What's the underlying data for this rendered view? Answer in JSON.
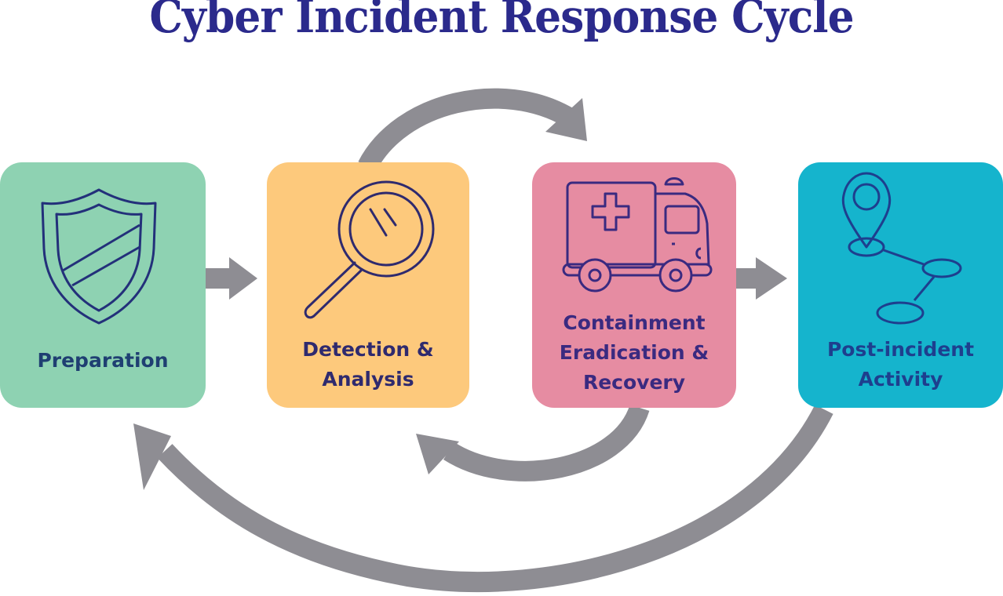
{
  "title": "Cyber Incident Response Cycle",
  "colors": {
    "title": "#2b2a8c",
    "arrow": "#8e8d93",
    "icon_stroke": "#23307a"
  },
  "stages": [
    {
      "id": 1,
      "label": "Preparation",
      "icon": "shield-icon",
      "color": "#8ed2b2"
    },
    {
      "id": 2,
      "label_line1": "Detection &",
      "label_line2": "Analysis",
      "icon": "magnifying-glass-icon",
      "color": "#fdc97c"
    },
    {
      "id": 3,
      "label_line1": "Containment",
      "label_line2": "Eradication &",
      "label_line3": "Recovery",
      "icon": "ambulance-icon",
      "color": "#e68ca2"
    },
    {
      "id": 4,
      "label_line1": "Post-incident",
      "label_line2": "Activity",
      "icon": "map-route-icon",
      "color": "#15b4cd"
    }
  ],
  "flows": [
    {
      "from": "Preparation",
      "to": "Detection & Analysis",
      "shape": "straight"
    },
    {
      "from": "Detection & Analysis",
      "to": "Containment Eradication & Recovery",
      "shape": "arc-over"
    },
    {
      "from": "Containment Eradication & Recovery",
      "to": "Detection & Analysis",
      "shape": "arc-under"
    },
    {
      "from": "Containment Eradication & Recovery",
      "to": "Post-incident Activity",
      "shape": "straight"
    },
    {
      "from": "Post-incident Activity",
      "to": "Preparation",
      "shape": "arc-under"
    }
  ]
}
